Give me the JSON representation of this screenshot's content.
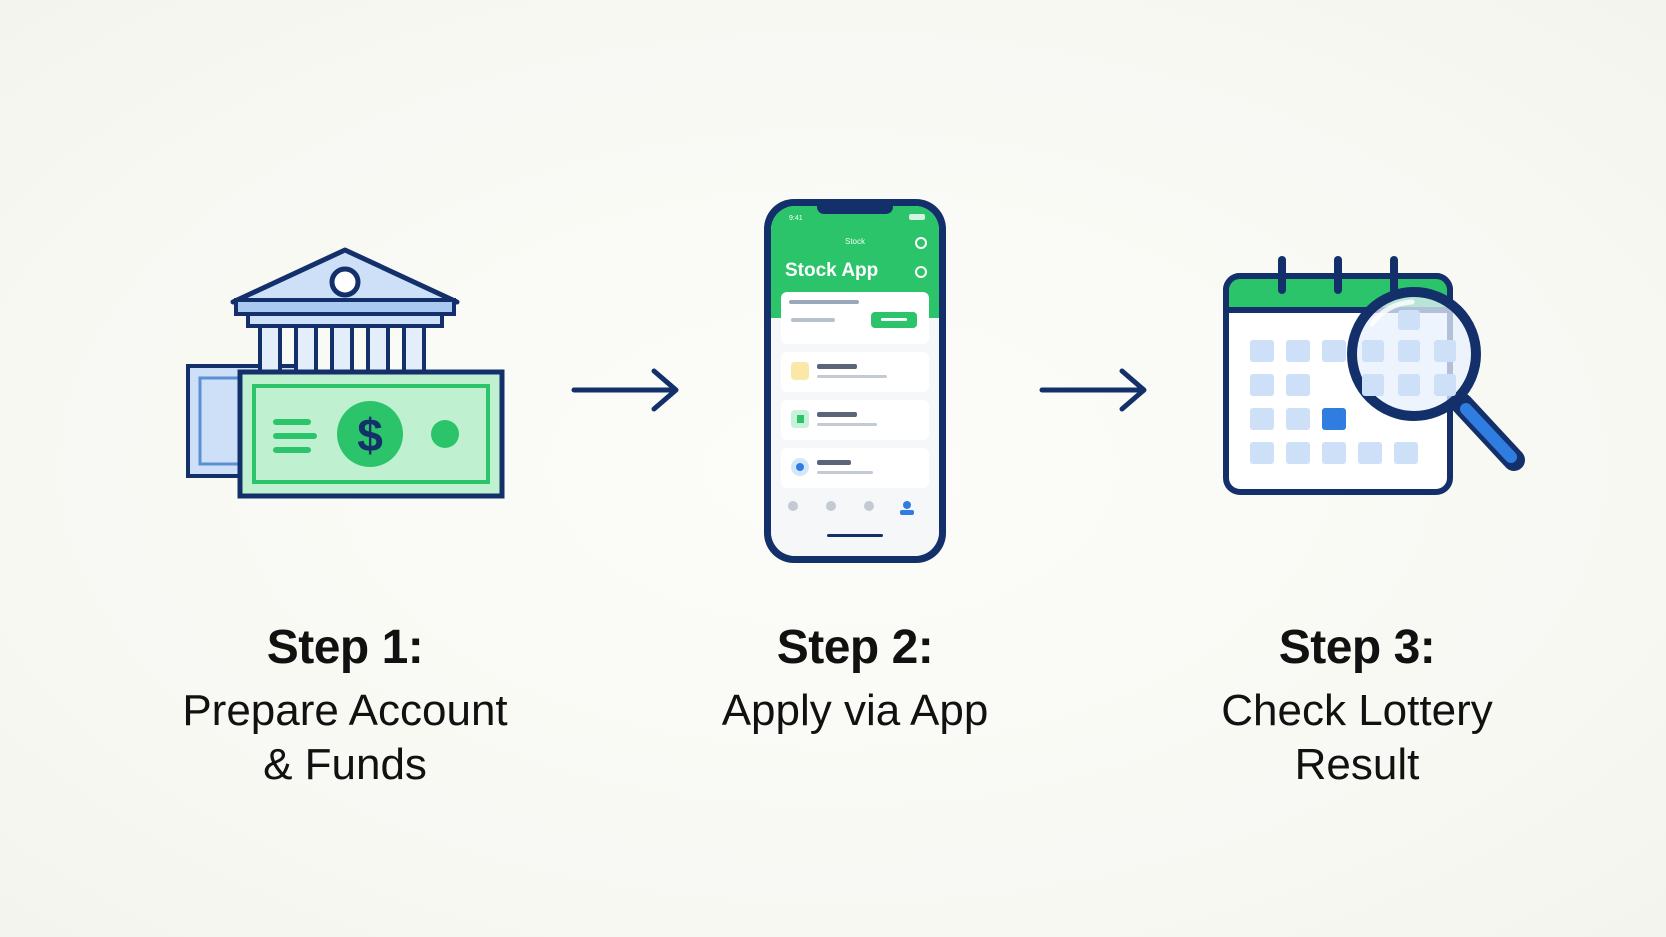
{
  "steps": [
    {
      "title": "Step 1:",
      "desc_line1": "Prepare Account",
      "desc_line2": "& Funds",
      "icon": "bank-money-icon"
    },
    {
      "title": "Step 2:",
      "desc_line1": "Apply via App",
      "desc_line2": "",
      "icon": "smartphone-app-icon"
    },
    {
      "title": "Step 3:",
      "desc_line1": "Check Lottery",
      "desc_line2": "Result",
      "icon": "calendar-magnifier-icon"
    }
  ],
  "phone": {
    "app_title": "Stock App"
  },
  "colors": {
    "navy": "#14306b",
    "green": "#2cc46a",
    "light_green": "#bff0cf",
    "light_blue": "#cde0f7",
    "blue": "#2f7de0"
  }
}
